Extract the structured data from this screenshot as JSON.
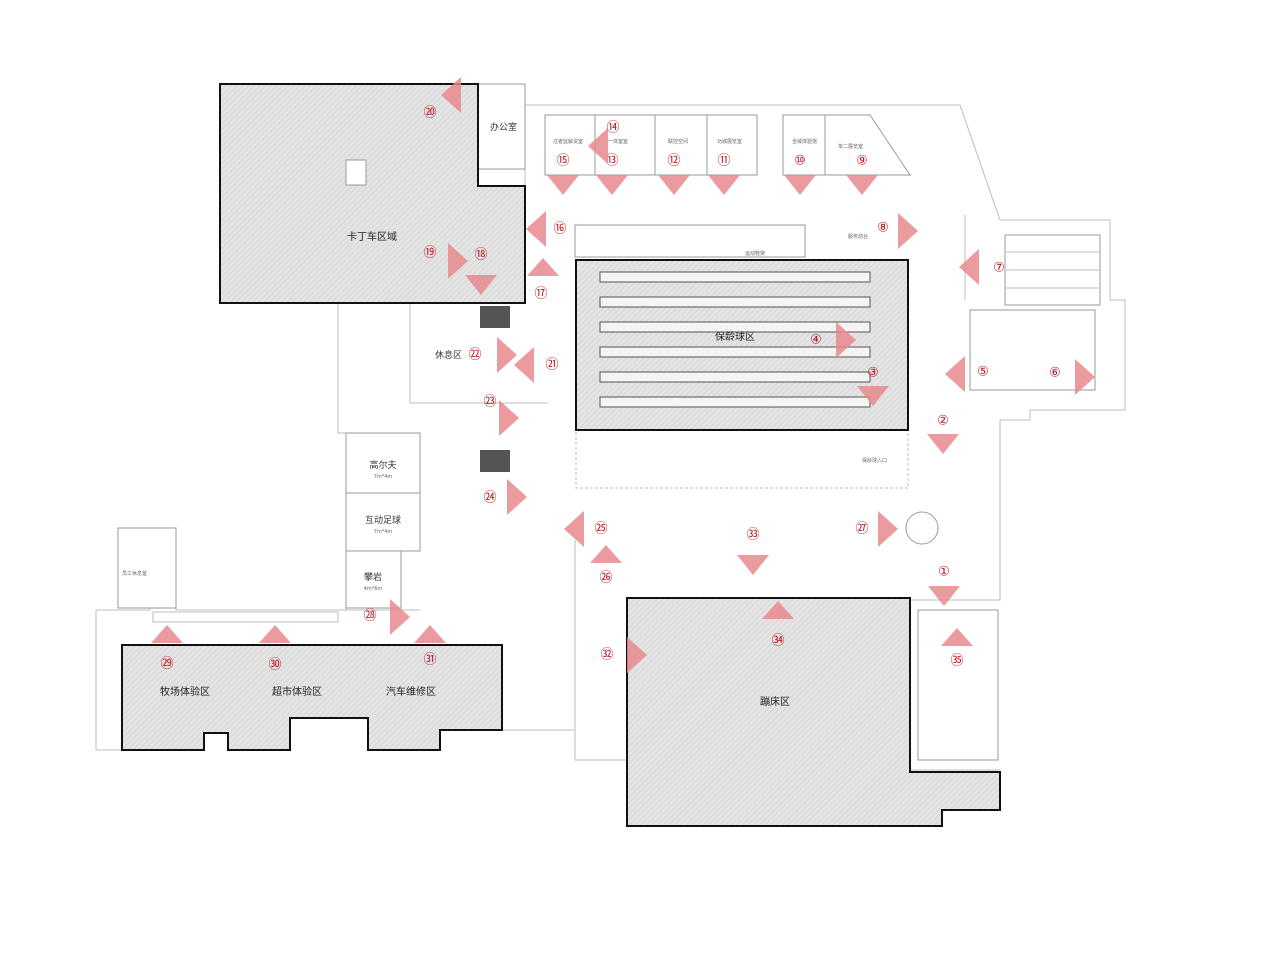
{
  "zones": {
    "kart": "卡丁车区域",
    "bowling": "保龄球区",
    "trampoline": "蹦床区",
    "ranch": "牧场体验区",
    "supermarket": "超市体验区",
    "car_repair": "汽车维修区"
  },
  "rooms": {
    "office": "办公室",
    "rest": "休息区",
    "golf": "高尔夫",
    "golf_size": "7m*4m",
    "football": "互动足球",
    "football_size": "7m*4m",
    "climb": "攀岩",
    "climb_size": "4m*6m",
    "staff": "员工休息室",
    "room15": "过者监解说室",
    "room13": "一体室室",
    "room12": "联控空间",
    "room11": "功城展览室",
    "room10": "全域体验馆",
    "room9": "单二展览室",
    "shoe": "运动鞋架",
    "counter": "服务前台",
    "bowling_entry": "保龄球入口"
  },
  "markers": [
    "①",
    "②",
    "③",
    "④",
    "⑤",
    "⑥",
    "⑦",
    "⑧",
    "⑨",
    "⑩",
    "⑪",
    "⑫",
    "⑬",
    "⑭",
    "⑮",
    "⑯",
    "⑰",
    "⑱",
    "⑲",
    "⑳",
    "㉑",
    "㉒",
    "㉓",
    "㉔",
    "㉕",
    "㉖",
    "㉗",
    "㉘",
    "㉙",
    "㉚",
    "㉛",
    "㉜",
    "㉝",
    "㉞",
    "㉟"
  ],
  "colors": {
    "marker": "#c0121b",
    "arrow": "#e8888c",
    "zone_border": "#111111"
  }
}
